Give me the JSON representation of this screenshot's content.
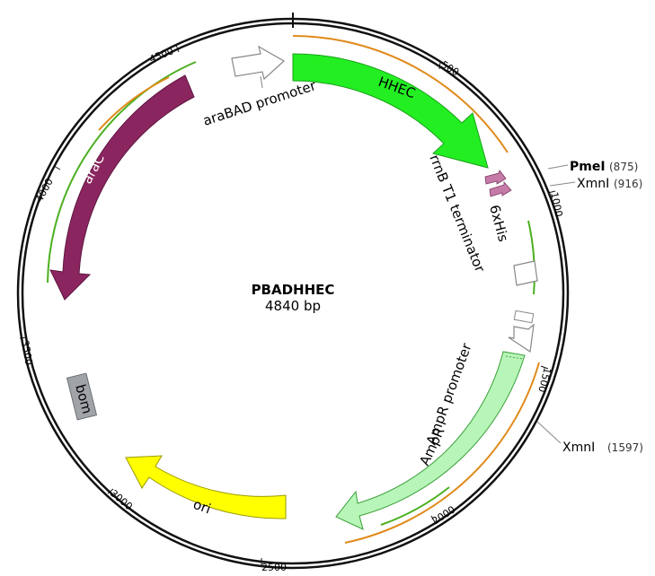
{
  "plasmid": {
    "name": "PBADHHEC",
    "length_label": "4840 bp"
  },
  "ticks": [
    "500",
    "1000",
    "1500",
    "2000",
    "2500",
    "3000",
    "3500",
    "4000",
    "4500"
  ],
  "features": {
    "hhec": "HHEC",
    "arac": "araC",
    "ori": "ori",
    "ampr": "AmpR",
    "bom": "bom",
    "ampr_promoter": "AmpR promoter",
    "arabad_promoter": "araBAD promoter",
    "rrnb_terminator": "rrnB T1 terminator",
    "his_tag": "6xHis"
  },
  "sites": [
    {
      "name": "PmeI",
      "pos": "(875)",
      "bold": true
    },
    {
      "name": "XmnI",
      "pos": "(916)",
      "bold": false
    },
    {
      "name": "XmnI",
      "pos": "(1597)",
      "bold": false
    }
  ],
  "colors": {
    "hhec": "#22ee22",
    "arac": "#8b2560",
    "ori": "#ffff00",
    "ampr": "#b8f5b8",
    "bom": "#a0a4a8",
    "his": "#c67aa8",
    "orf_orange": "#e08a1a",
    "orf_green": "#4caf20"
  }
}
